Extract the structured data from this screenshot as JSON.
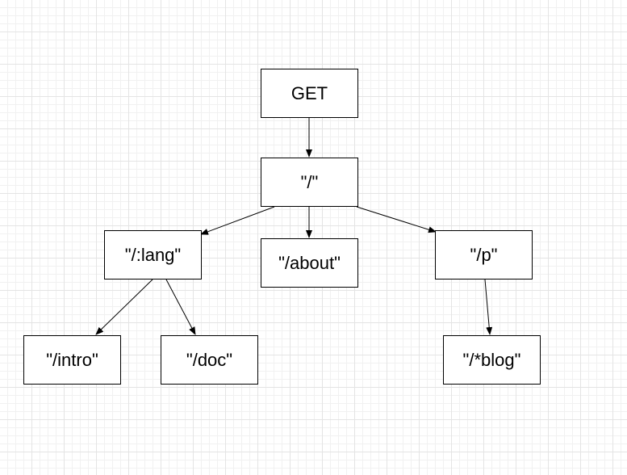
{
  "diagram": {
    "type": "tree",
    "nodes": {
      "get": "GET",
      "root": "\"/\"",
      "lang": "\"/:lang\"",
      "about": "\"/about\"",
      "p": "\"/p\"",
      "intro": "\"/intro\"",
      "doc": "\"/doc\"",
      "blog": "\"/*blog\""
    },
    "edges": [
      {
        "from": "get",
        "to": "root"
      },
      {
        "from": "root",
        "to": "lang"
      },
      {
        "from": "root",
        "to": "about"
      },
      {
        "from": "root",
        "to": "p"
      },
      {
        "from": "lang",
        "to": "intro"
      },
      {
        "from": "lang",
        "to": "doc"
      },
      {
        "from": "p",
        "to": "blog"
      }
    ],
    "colors": {
      "stroke": "#000000",
      "node_fill": "#ffffff",
      "grid": "#e4e4e4"
    }
  }
}
